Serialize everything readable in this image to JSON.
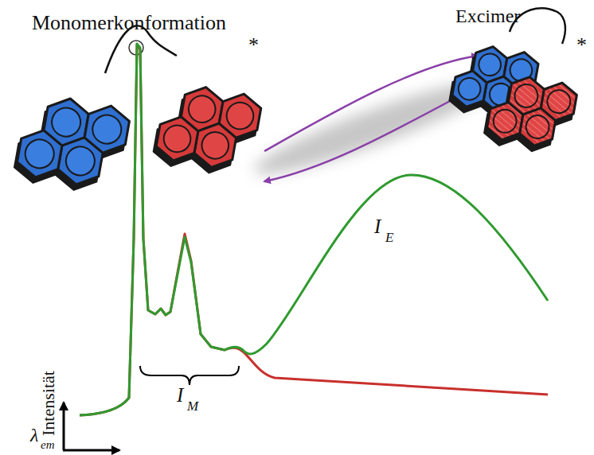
{
  "diagram": {
    "labels": [
      "Monomerkonformation",
      "Excimer",
      "*",
      "*",
      "I",
      "E",
      "I",
      "M",
      "Intensität",
      "λ",
      "em"
    ]
  }
}
